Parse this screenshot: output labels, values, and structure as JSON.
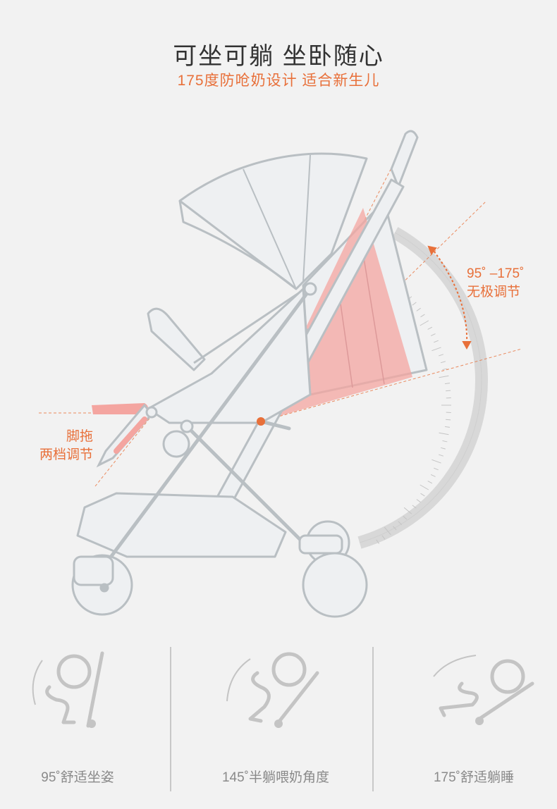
{
  "header": {
    "title": "可坐可躺 坐卧随心",
    "subtitle": "175度防呛奶设计  适合新生儿"
  },
  "annotations": {
    "angle_range": "95˚ –175˚",
    "angle_desc": "无极调节",
    "footrest_1": "脚拖",
    "footrest_2": "两档调节"
  },
  "positions": [
    {
      "label": "95˚舒适坐姿"
    },
    {
      "label": "145˚半躺喂奶角度"
    },
    {
      "label": "175˚舒适躺睡"
    }
  ],
  "colors": {
    "accent": "#e8703a",
    "highlight": "#f4a5a0",
    "line": "#b9bfc3",
    "frame_fill": "#eef0f2"
  }
}
